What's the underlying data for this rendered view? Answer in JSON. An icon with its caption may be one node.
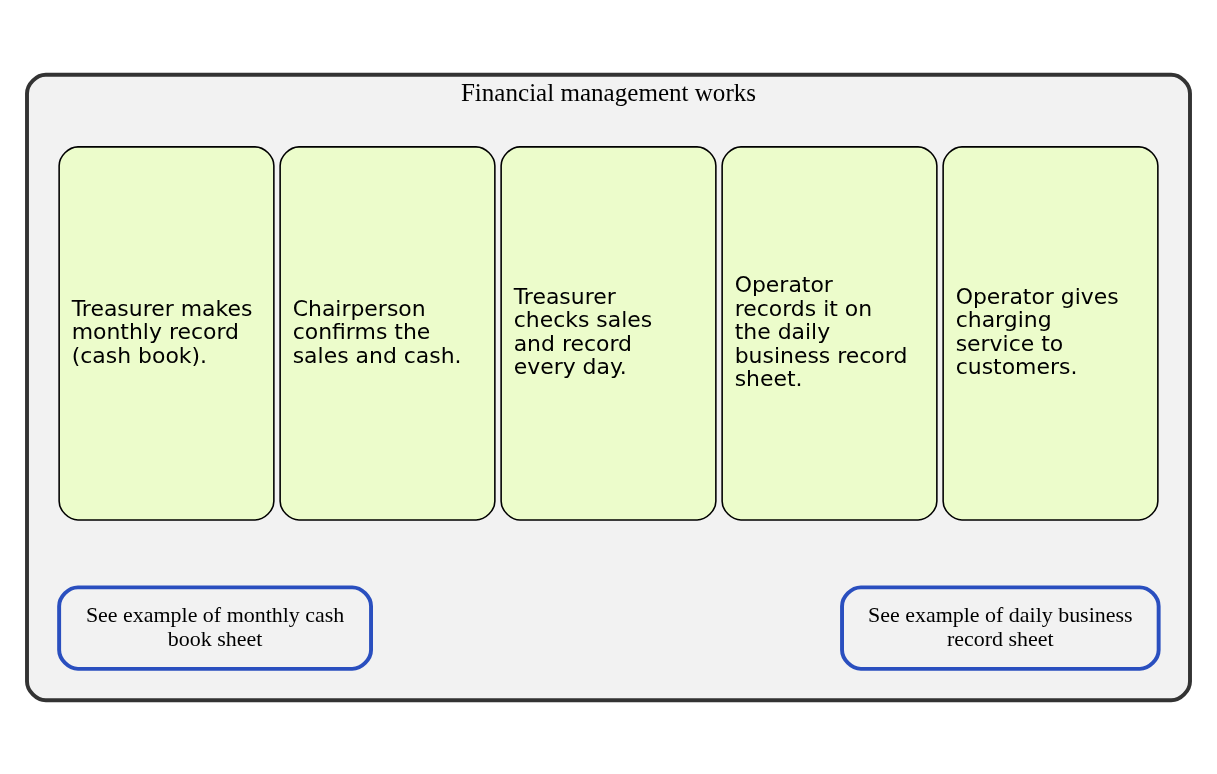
{
  "diagram": {
    "nodes": [
      {
        "text": [
          "Financial management works"
        ]
      },
      {
        "text": [
          "Operator gives charging service to customers."
        ],
        "in": 0
      },
      {
        "text": [
          "Operator records it on the daily business record sheet."
        ],
        "in": 0
      },
      {
        "text": [
          "Treasurer checks sales and record every day."
        ],
        "in": 0
      },
      {
        "text": [
          "Chairperson confirms the sales and cash."
        ],
        "in": 0
      },
      {
        "text": [
          "Treasurer makes monthly record (cash book)."
        ],
        "in": 0
      },
      {
        "text": [
          "See example of daily business record sheet"
        ],
        "in": 0
      },
      {
        "text": [
          "See example of monthly cash book sheet"
        ],
        "in": 0
      }
    ],
    "edges": []
  }
}
